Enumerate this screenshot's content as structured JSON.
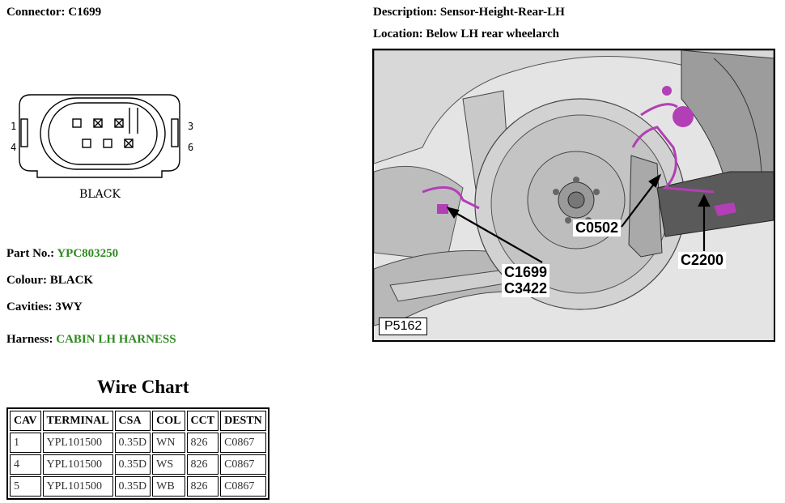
{
  "connector": {
    "label": "Connector: C1699"
  },
  "description": {
    "label": "Description: Sensor-Height-Rear-LH"
  },
  "location": {
    "label": "Location: Below LH rear wheelarch"
  },
  "connector_diagram": {
    "pin_left_top": "1",
    "pin_left_bottom": "4",
    "pin_right_top": "3",
    "pin_right_bottom": "6",
    "color_label": "BLACK"
  },
  "part": {
    "label": "Part No.: ",
    "value": "YPC803250"
  },
  "colour": {
    "label": "Colour: BLACK"
  },
  "cavities": {
    "label": "Cavities: 3WY"
  },
  "harness": {
    "label": "Harness: ",
    "value": "CABIN LH HARNESS"
  },
  "wire_chart": {
    "title": "Wire Chart",
    "headers": [
      "CAV",
      "TERMINAL",
      "CSA",
      "COL",
      "CCT",
      "DESTN"
    ],
    "rows": [
      [
        "1",
        "YPL101500",
        "0.35D",
        "WN",
        "826",
        "C0867"
      ],
      [
        "4",
        "YPL101500",
        "0.35D",
        "WS",
        "826",
        "C0867"
      ],
      [
        "5",
        "YPL101500",
        "0.35D",
        "WB",
        "826",
        "C0867"
      ]
    ]
  },
  "figure": {
    "callouts": {
      "c0502": "C0502",
      "c1699": "C1699",
      "c3422": "C3422",
      "c2200": "C2200"
    },
    "figure_id": "P5162"
  },
  "colors": {
    "link_green": "#2e8b1f",
    "harness_magenta": "#b23fb5"
  }
}
